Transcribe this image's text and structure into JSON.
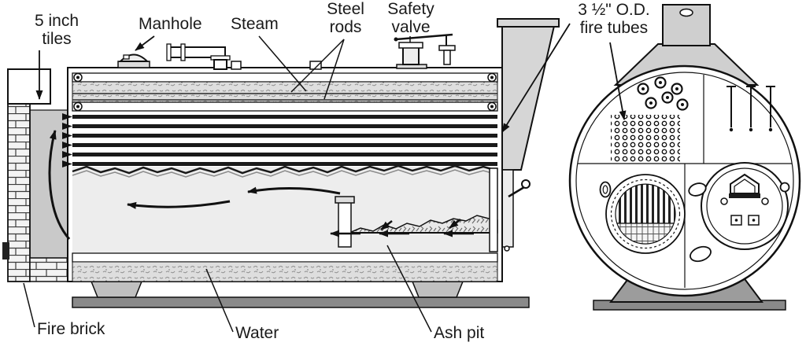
{
  "labels": {
    "tiles": {
      "line1": "5 inch",
      "line2": "tiles"
    },
    "manhole": "Manhole",
    "steam": "Steam",
    "steel_rods": {
      "line1": "Steel",
      "line2": "rods"
    },
    "safety_valve": {
      "line1": "Safety",
      "line2": "valve"
    },
    "fire_tubes": {
      "line1": "3 ½\" O.D.",
      "line2": "fire tubes"
    },
    "fire_brick": "Fire brick",
    "water": "Water",
    "ash_pit": "Ash pit"
  },
  "colors": {
    "ink": "#1a1a1a",
    "light_gray": "#d6d6d6",
    "mid_gray": "#9c9c9c",
    "ground_gray": "#8a8a8a",
    "paper": "#ffffff"
  }
}
